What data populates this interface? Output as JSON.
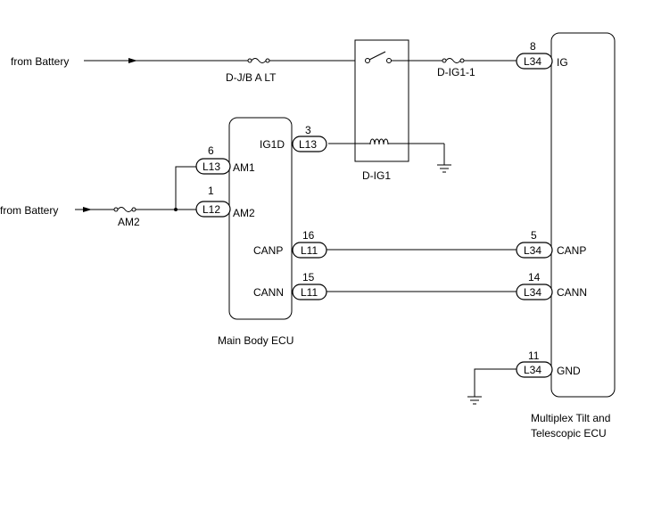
{
  "sources": {
    "battery_top": "from Battery",
    "battery_left": "from Battery"
  },
  "fuses": {
    "djb_alt": "D-J/B A LT",
    "dig1_1": "D-IG1-1",
    "am2": "AM2"
  },
  "relay": {
    "label": "D-IG1"
  },
  "main_body_ecu": {
    "label": "Main Body ECU",
    "pins": {
      "ig1d": {
        "number": "3",
        "connector": "L13",
        "name": "IG1D"
      },
      "am1": {
        "number": "6",
        "connector": "L13",
        "name": "AM1"
      },
      "am2": {
        "number": "1",
        "connector": "L12",
        "name": "AM2"
      },
      "canp": {
        "number": "16",
        "connector": "L11",
        "name": "CANP"
      },
      "cann": {
        "number": "15",
        "connector": "L11",
        "name": "CANN"
      }
    }
  },
  "tilt_ecu": {
    "label_line1": "Multiplex Tilt and",
    "label_line2": "Telescopic ECU",
    "pins": {
      "ig": {
        "number": "8",
        "connector": "L34",
        "name": "IG"
      },
      "canp": {
        "number": "5",
        "connector": "L34",
        "name": "CANP"
      },
      "cann": {
        "number": "14",
        "connector": "L34",
        "name": "CANN"
      },
      "gnd": {
        "number": "11",
        "connector": "L34",
        "name": "GND"
      }
    }
  }
}
